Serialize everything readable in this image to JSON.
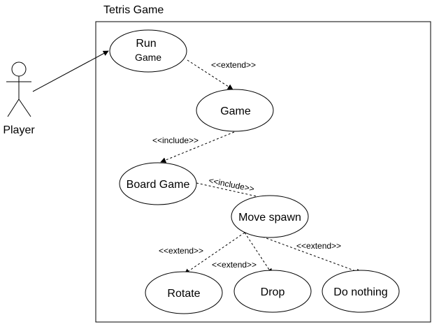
{
  "system": {
    "title": "Tetris Game"
  },
  "actor": {
    "name": "Player"
  },
  "use_cases": {
    "run_game": {
      "line1": "Run",
      "line2": "Game"
    },
    "game": "Game",
    "board_game": "Board Game",
    "move_spawn": "Move spawn",
    "rotate": "Rotate",
    "drop": "Drop",
    "do_nothing": "Do nothing"
  },
  "relations": {
    "run_extend_game": "<<extend>>",
    "game_include_board": "<<include>>",
    "board_include_move": "<<include>>",
    "move_extend_rotate": "<<extend>>",
    "move_extend_drop": "<<extend>>",
    "move_extend_donothing": "<<extend>>"
  }
}
